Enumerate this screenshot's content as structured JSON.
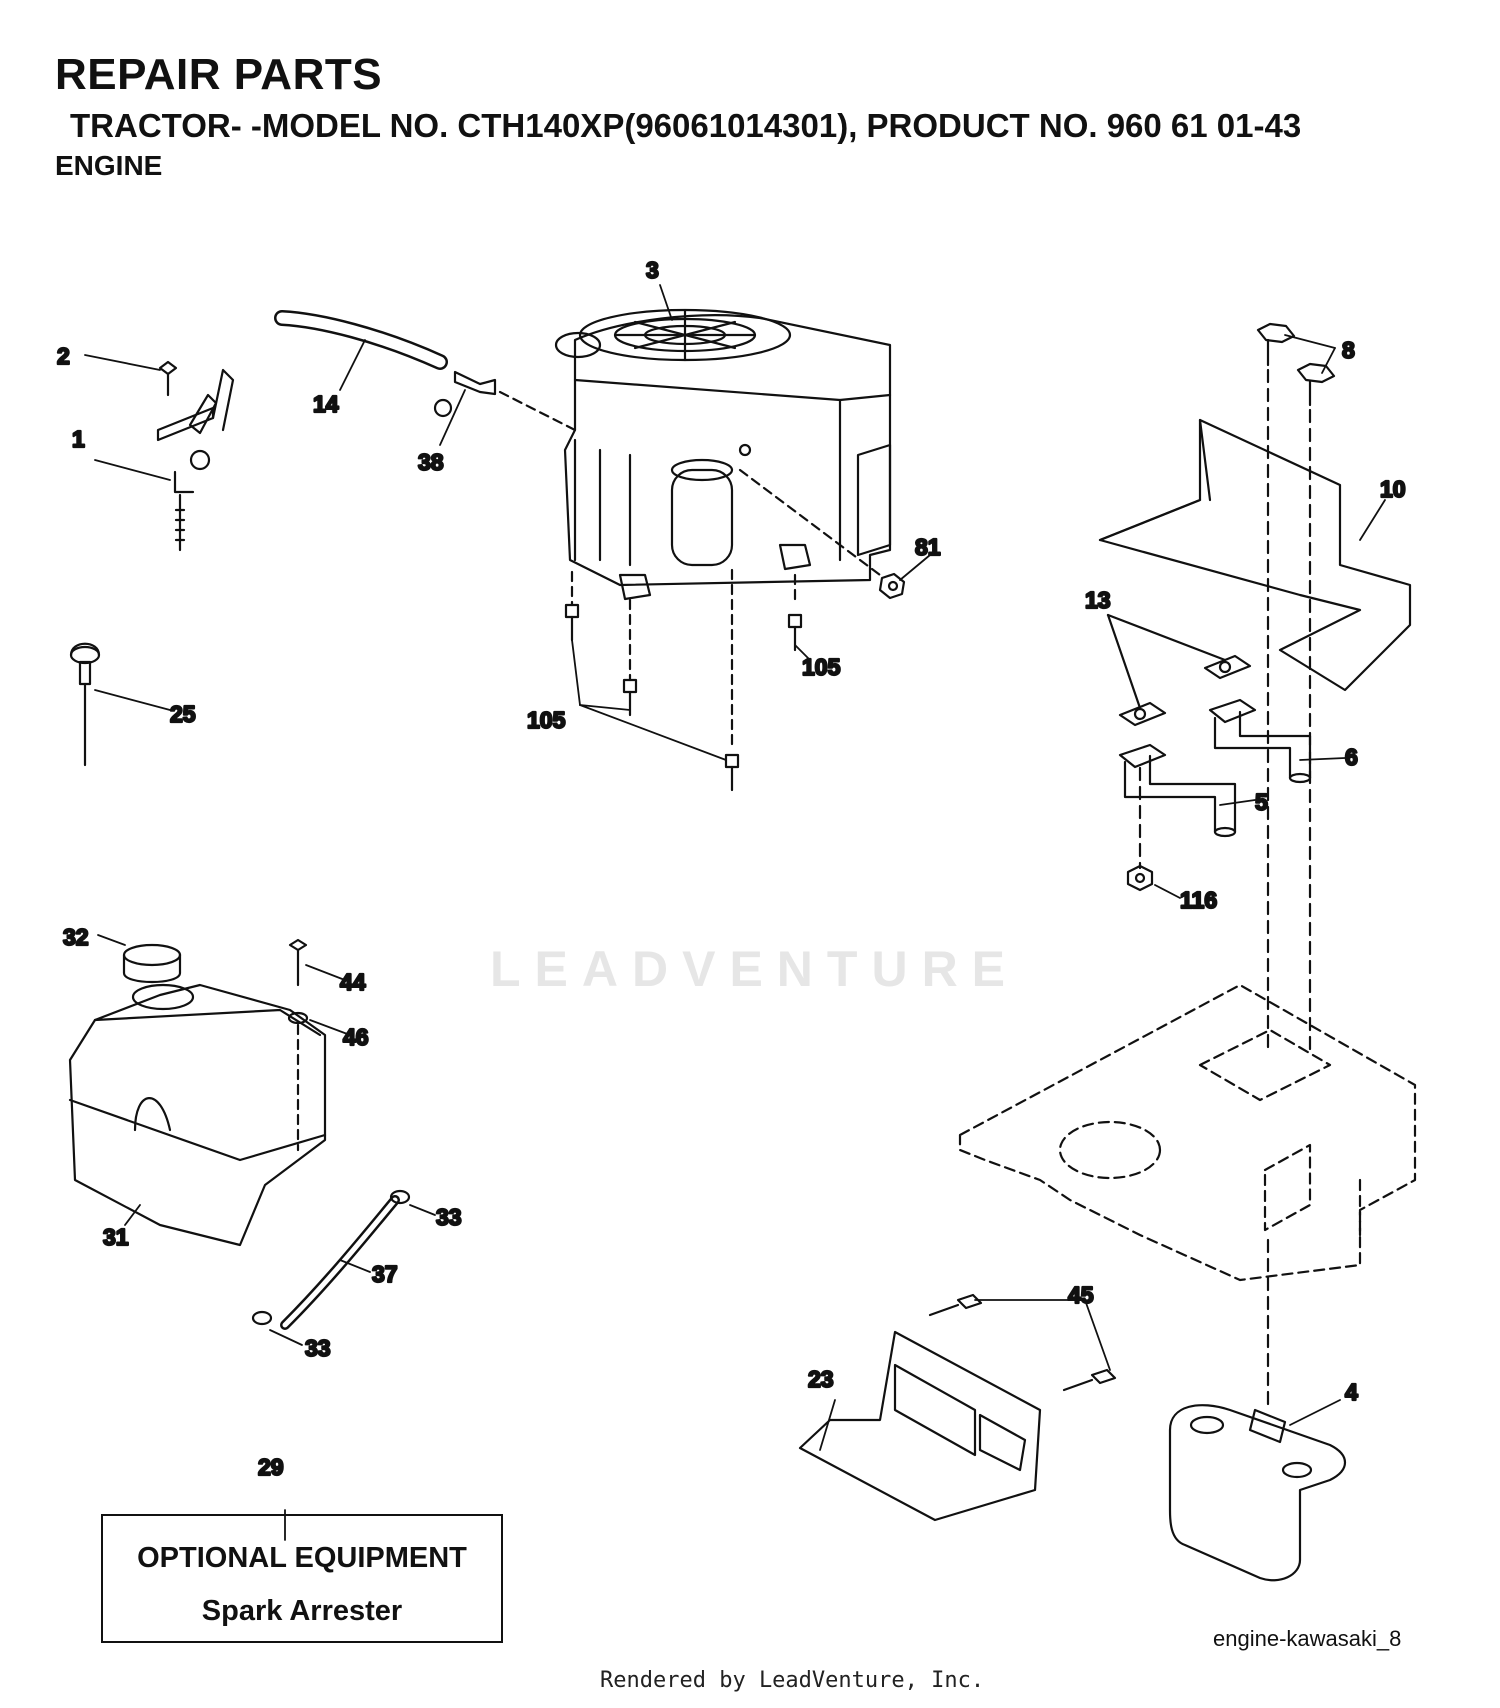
{
  "header": {
    "title": "REPAIR PARTS",
    "subtitle": "TRACTOR- -MODEL NO. CTH140XP(96061014301), PRODUCT NO. 960 61 01-43",
    "section": "ENGINE"
  },
  "callouts": [
    "1",
    "2",
    "3",
    "4",
    "5",
    "6",
    "8",
    "10",
    "13",
    "14",
    "23",
    "25",
    "29",
    "31",
    "32",
    "33",
    "33",
    "37",
    "38",
    "44",
    "45",
    "46",
    "81",
    "105",
    "105",
    "116"
  ],
  "optional_box": {
    "heading": "OPTIONAL EQUIPMENT",
    "item": "Spark Arrester"
  },
  "watermark": "LEADVENTURE",
  "drawing_id": "engine-kawasaki_8",
  "footer": "Rendered by LeadVenture, Inc."
}
